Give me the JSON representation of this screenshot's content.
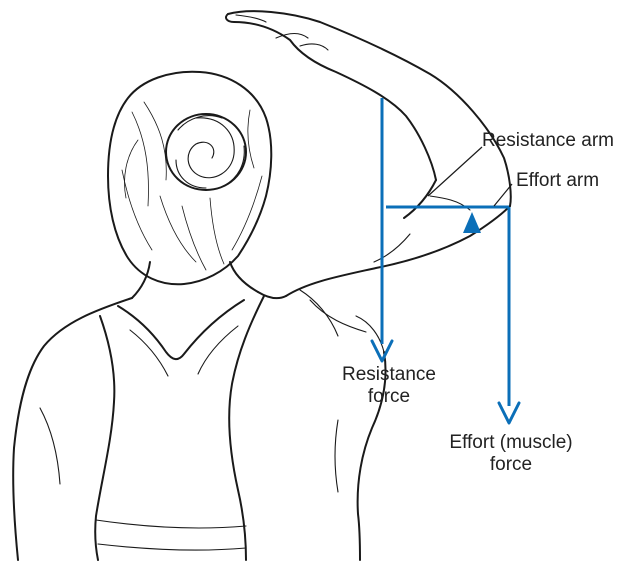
{
  "labels": {
    "resistance_arm": "Resistance arm",
    "effort_arm": "Effort arm",
    "resistance_force_line1": "Resistance",
    "resistance_force_line2": "force",
    "effort_force_line1": "Effort (muscle)",
    "effort_force_line2": "force"
  },
  "colors": {
    "vector_blue": "#0b6fb8",
    "line_art": "#1a1a1a",
    "label_text": "#222222",
    "background": "#ffffff"
  },
  "icons": {
    "fulcrum": "fulcrum-triangle-icon",
    "arrowhead": "arrowhead-icon"
  }
}
